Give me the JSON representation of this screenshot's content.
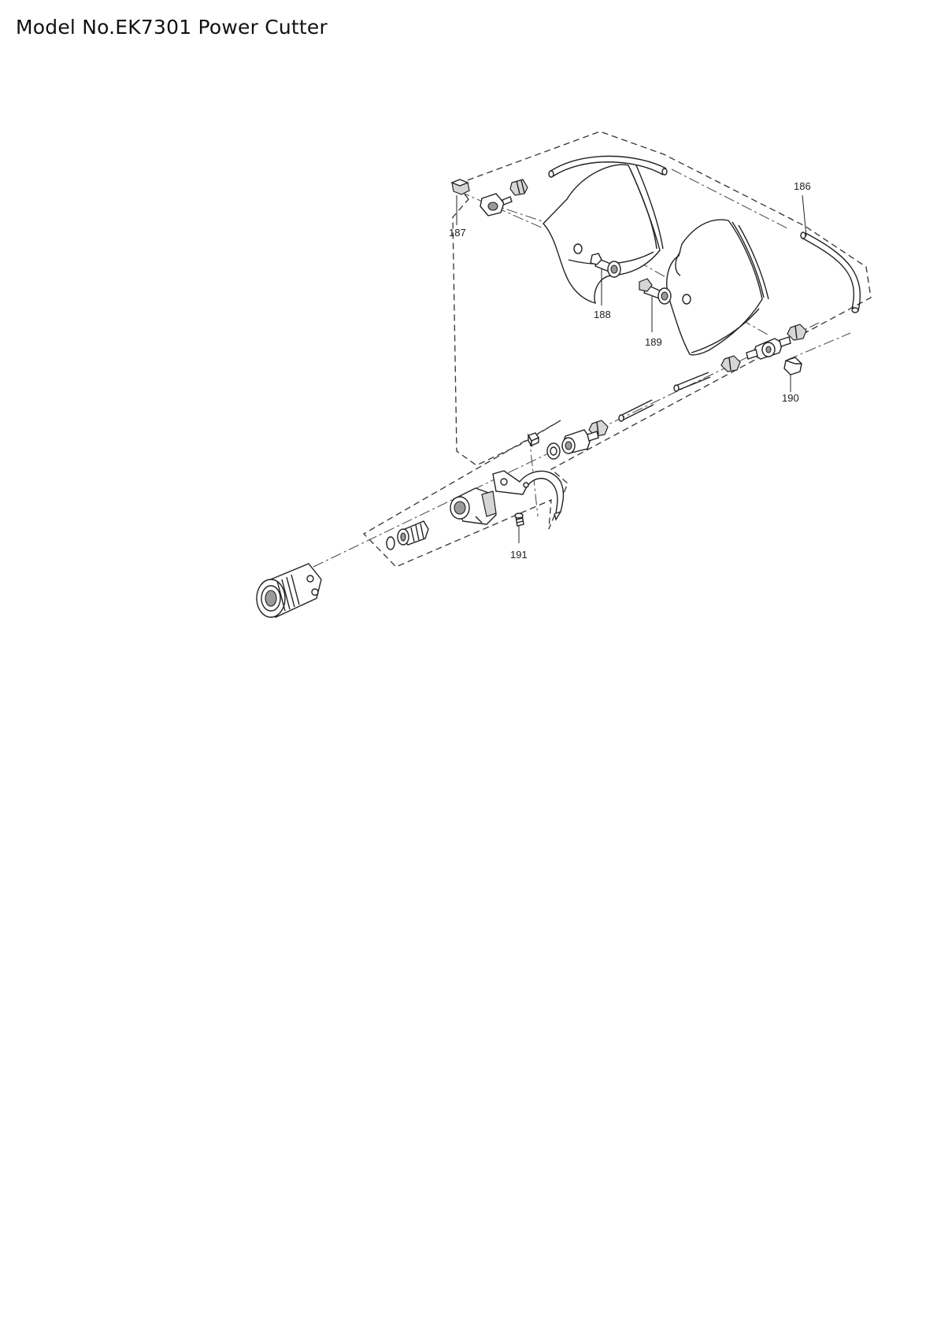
{
  "title": "Model No.EK7301 Power Cutter",
  "parts": [
    {
      "ref": "186"
    },
    {
      "ref": "187"
    },
    {
      "ref": "188"
    },
    {
      "ref": "189"
    },
    {
      "ref": "190"
    },
    {
      "ref": "191"
    }
  ]
}
